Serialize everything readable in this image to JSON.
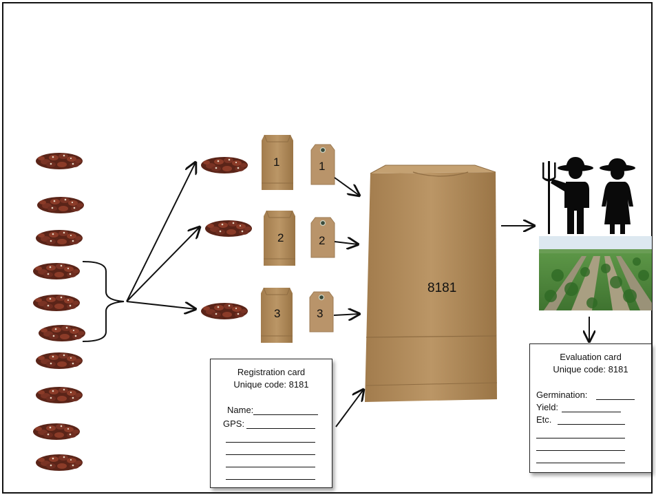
{
  "bags": [
    {
      "number": "1"
    },
    {
      "number": "2"
    },
    {
      "number": "3"
    }
  ],
  "tags": [
    {
      "number": "1"
    },
    {
      "number": "2"
    },
    {
      "number": "3"
    }
  ],
  "main_bag": {
    "code": "8181"
  },
  "registration_card": {
    "title": "Registration card",
    "code_line": "Unique code: 8181",
    "name_label": "Name:",
    "gps_label": "GPS:"
  },
  "evaluation_card": {
    "title": "Evaluation card",
    "code_line": "Unique code: 8181",
    "germination_label": "Germination:",
    "yield_label": "Yield:",
    "etc_label": "Etc."
  },
  "colors": {
    "kraft": "#b08c5c",
    "kraft_dark": "#8e6c42",
    "bean": "#6a2b1e",
    "field_green": "#4f8a3a",
    "sky": "#dde8f0"
  },
  "icons": [
    "bean-pile-icon",
    "paper-bag-icon",
    "tag-icon",
    "farmer-man-icon",
    "farmer-woman-icon",
    "crop-field-image"
  ]
}
